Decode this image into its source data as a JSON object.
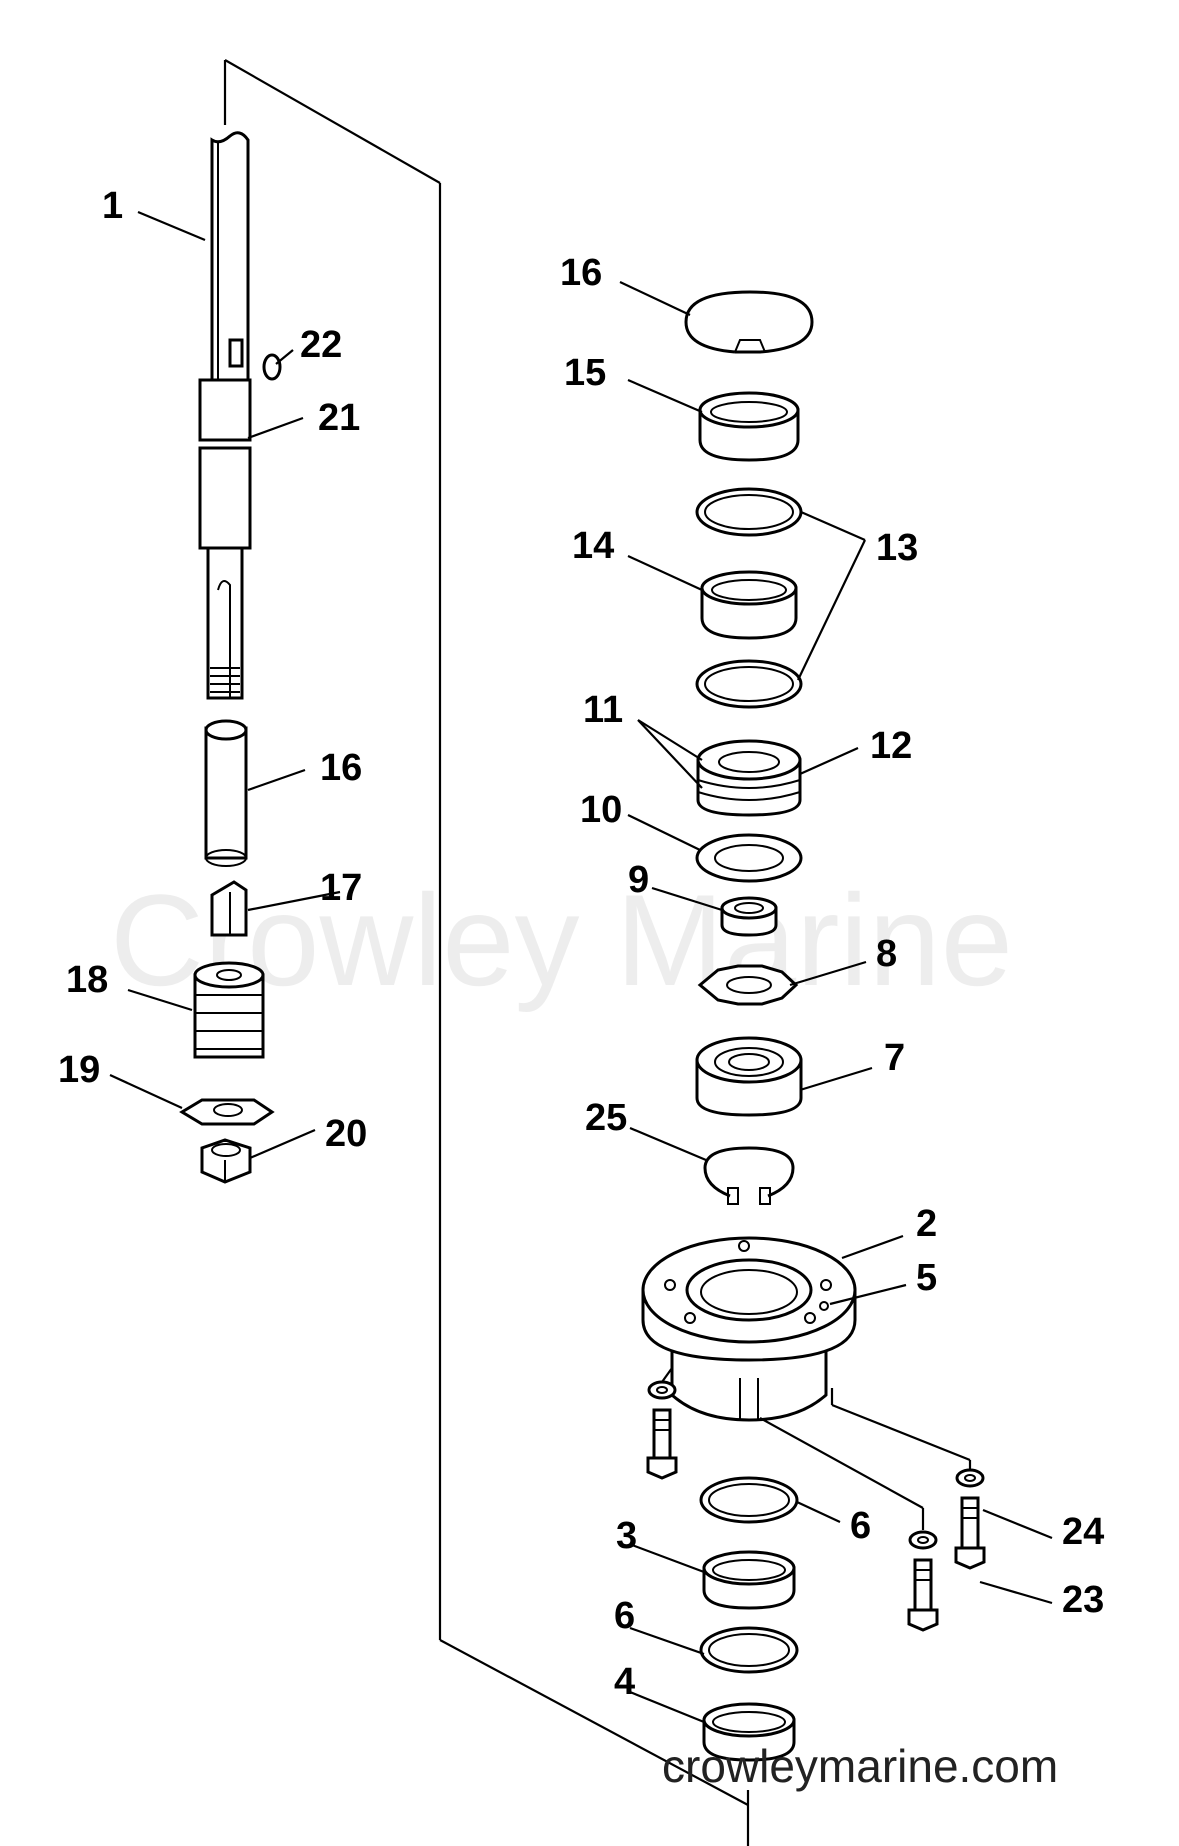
{
  "watermark": "Crowley Marine",
  "site_url": "crowleymarine.com",
  "callouts": {
    "c1": "1",
    "c22": "22",
    "c21": "21",
    "c16a": "16",
    "c17": "17",
    "c18": "18",
    "c19": "19",
    "c20": "20",
    "c16b": "16",
    "c15": "15",
    "c14": "14",
    "c13": "13",
    "c11": "11",
    "c12": "12",
    "c10": "10",
    "c9": "9",
    "c8": "8",
    "c7": "7",
    "c25": "25",
    "c2": "2",
    "c5": "5",
    "c6a": "6",
    "c3": "3",
    "c6b": "6",
    "c4": "4",
    "c24": "24",
    "c23": "23"
  }
}
